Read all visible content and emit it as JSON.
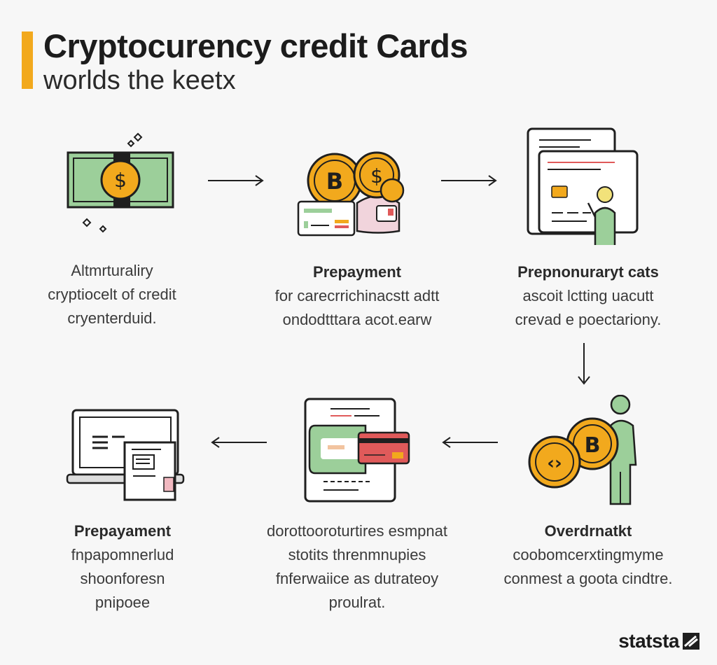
{
  "header": {
    "title": "Cryptocurency credit Cards",
    "subtitle": "worlds the keetx"
  },
  "steps": [
    {
      "head": "",
      "lines": [
        "Altmrturaliry",
        "cryptiocelt of credit",
        "cryenterduid."
      ]
    },
    {
      "head": "Prepayment",
      "lines": [
        "for carecrrichinacstt adtt",
        "ondodtttara acot.earw"
      ]
    },
    {
      "head": "Prepnonuraryt cats",
      "lines": [
        "ascoit lctting uacutt",
        "crevad e poectariony."
      ]
    },
    {
      "head": "Prepayament",
      "lines": [
        "fnpapomnerlud",
        "shoonforesn",
        "pnipoee"
      ]
    },
    {
      "head": "",
      "lines": [
        "dorottooroturtires esmpnat",
        "stotits threnmnupies",
        "fnferwaiice as dutrateoy",
        "proulrat."
      ]
    },
    {
      "head": "Overdrnatkt",
      "lines": [
        "coobomcerxtingmyme",
        "conmest a goota cindtre."
      ]
    }
  ],
  "icons": {
    "step1": "banknote-coin-icon",
    "step2": "bitcoin-card-icon",
    "step3": "card-statement-icon",
    "step4": "laptop-receipt-icon",
    "step5": "document-card-icon",
    "step6": "coins-person-icon"
  },
  "colors": {
    "accent": "#f2a91d",
    "coin": "#f2a91d",
    "green": "#9ccf9a",
    "red": "#e05a5a",
    "outline": "#1f1f1f"
  },
  "brand": {
    "name": "statsta"
  }
}
